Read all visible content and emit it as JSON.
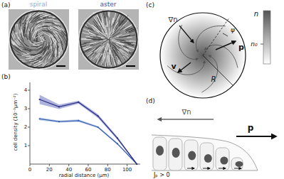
{
  "diagram": {
    "labels": [
      "(a)",
      "spiral",
      "aster",
      "(b)",
      "4",
      "3",
      "2",
      "1",
      "0",
      "20",
      "40",
      "60",
      "80",
      "100",
      "radial distance (μm)",
      "cell density (10⁻³μm⁻²)",
      "(c)",
      "∇n",
      "ψ",
      "p",
      "v",
      "R",
      "n",
      "n₀",
      "(d)",
      "∇n",
      "p",
      "Jₚ > 0"
    ]
  }
}
